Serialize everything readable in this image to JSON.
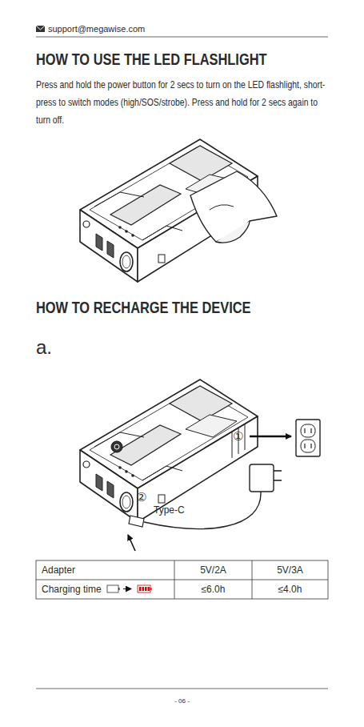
{
  "diagram": {
    "labels": [
      "support@megawise.com",
      "HOW TO USE THE LED FLASHLIGHT",
      "Press and hold the power button for 2 secs to turn on the LED flashlight, short-press to switch modes (high/SOS/strobe). Press and hold for 2 secs again to turn off.",
      "HOW TO RECHARGE THE DEVICE",
      "a.",
      "①",
      "②",
      "Type-C",
      "Adapter",
      "5V/2A",
      "5V/3A",
      "Charging time",
      "≤6.0h",
      "≤4.0h",
      "- 06 -"
    ]
  }
}
